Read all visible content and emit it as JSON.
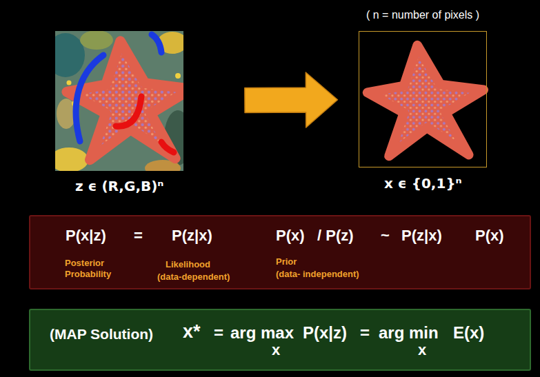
{
  "diagram": {
    "nodes": [
      {
        "text": [
          "z ϵ (R,G,B)ⁿ"
        ]
      },
      {
        "text": [
          "( n = number of pixels )",
          "x ϵ {0,1}ⁿ"
        ]
      },
      {
        "text": [
          "P(x|z)",
          "=",
          "P(z|x)",
          "P(x)",
          "/ P(z)",
          "~",
          "P(z|x)",
          "P(x)",
          "Posterior Probability",
          "Likelihood",
          "(data-dependent)",
          "Prior",
          "(data- independent)"
        ]
      },
      {
        "text": [
          "(MAP Solution)",
          "x*",
          "=",
          "arg max",
          "x",
          "P(x|z)",
          "=",
          "arg min",
          "x",
          "E(x)"
        ]
      }
    ],
    "edges": [
      {
        "from": 0,
        "to": 1,
        "arrow": "to"
      }
    ]
  }
}
